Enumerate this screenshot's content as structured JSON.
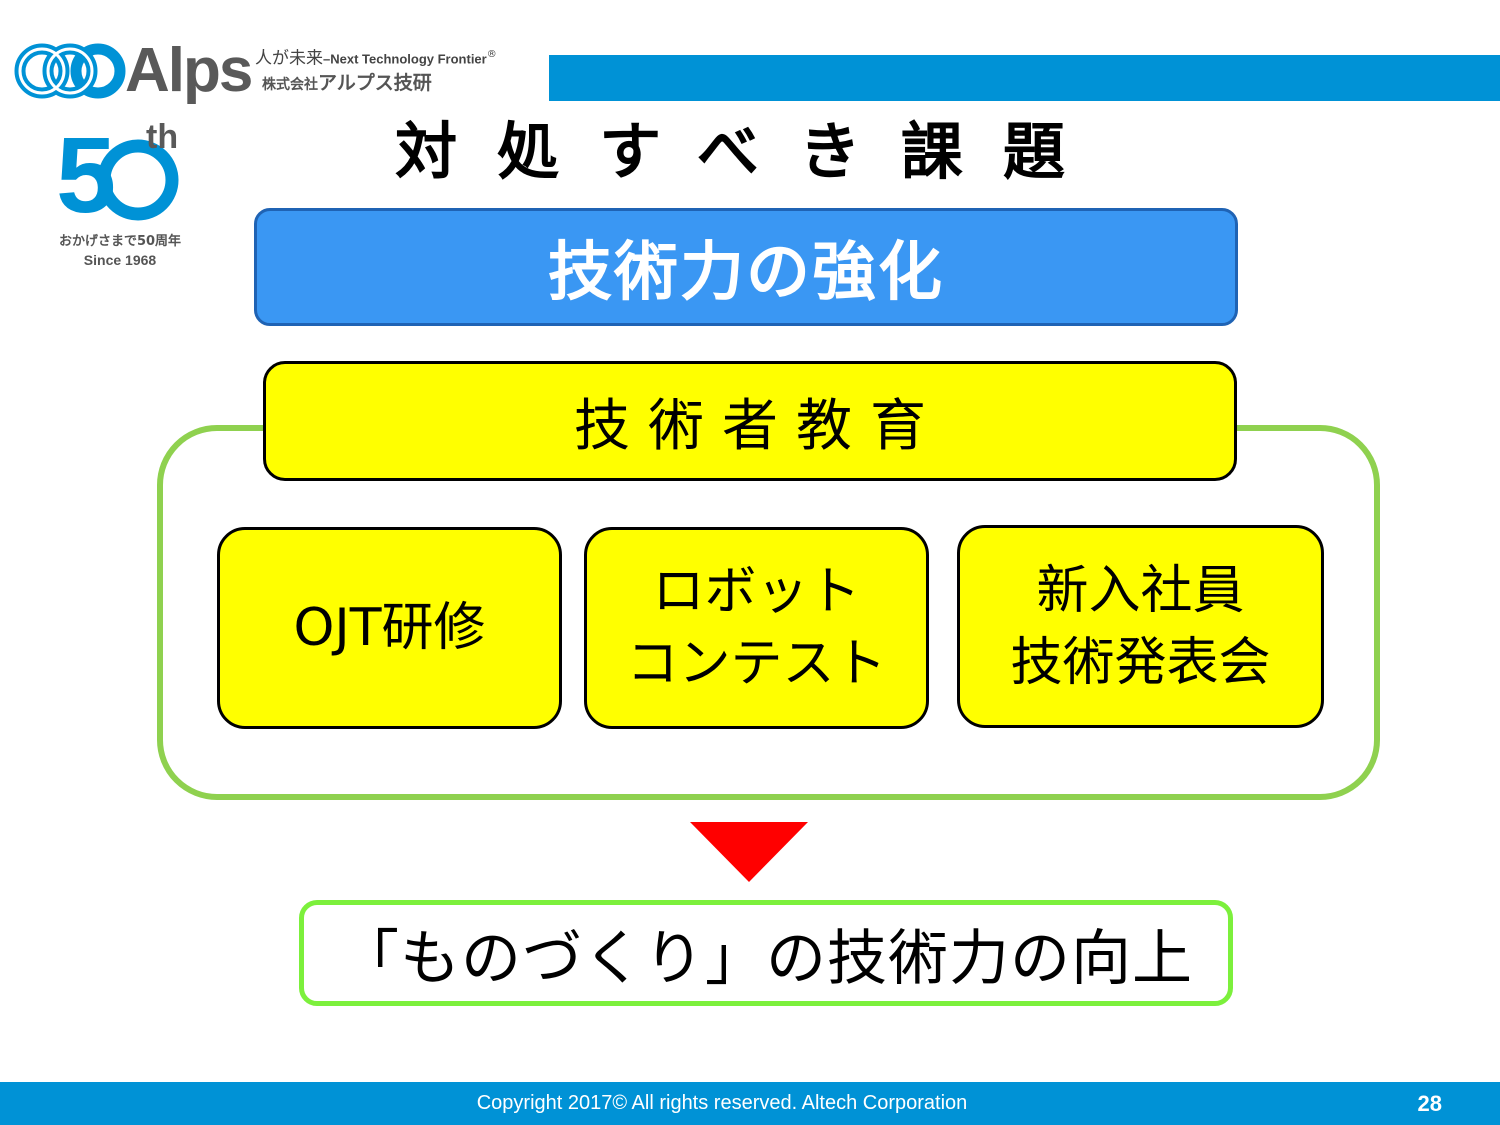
{
  "header": {
    "brand": "Alps",
    "tagline_jp": "人が未来",
    "tagline_en": "–Next Technology Frontier",
    "tagline_mark": "®",
    "company_prefix": "株式会社",
    "company_name": "アルプス技研"
  },
  "anniversary": {
    "number": "5",
    "suffix": "th",
    "caption": "おかげさまで50周年",
    "since": "Since 1968"
  },
  "slide": {
    "title": "対処すべき課題",
    "main_box": "技術力の強化",
    "education_box": "技術者教育",
    "programs": [
      {
        "label": "OJT研修"
      },
      {
        "label": "ロボット\nコンテスト"
      },
      {
        "label": "新入社員\n技術発表会"
      }
    ],
    "result": "「ものづくり」の技術力の向上"
  },
  "footer": {
    "copyright": "Copyright 2017© All rights reserved. Altech Corporation",
    "page_number": "28"
  },
  "colors": {
    "brand_blue": "#0092d6",
    "box_blue": "#3a97f3",
    "yellow": "#ffff00",
    "green": "#8fd14f",
    "arrow_red": "#ff0000"
  }
}
